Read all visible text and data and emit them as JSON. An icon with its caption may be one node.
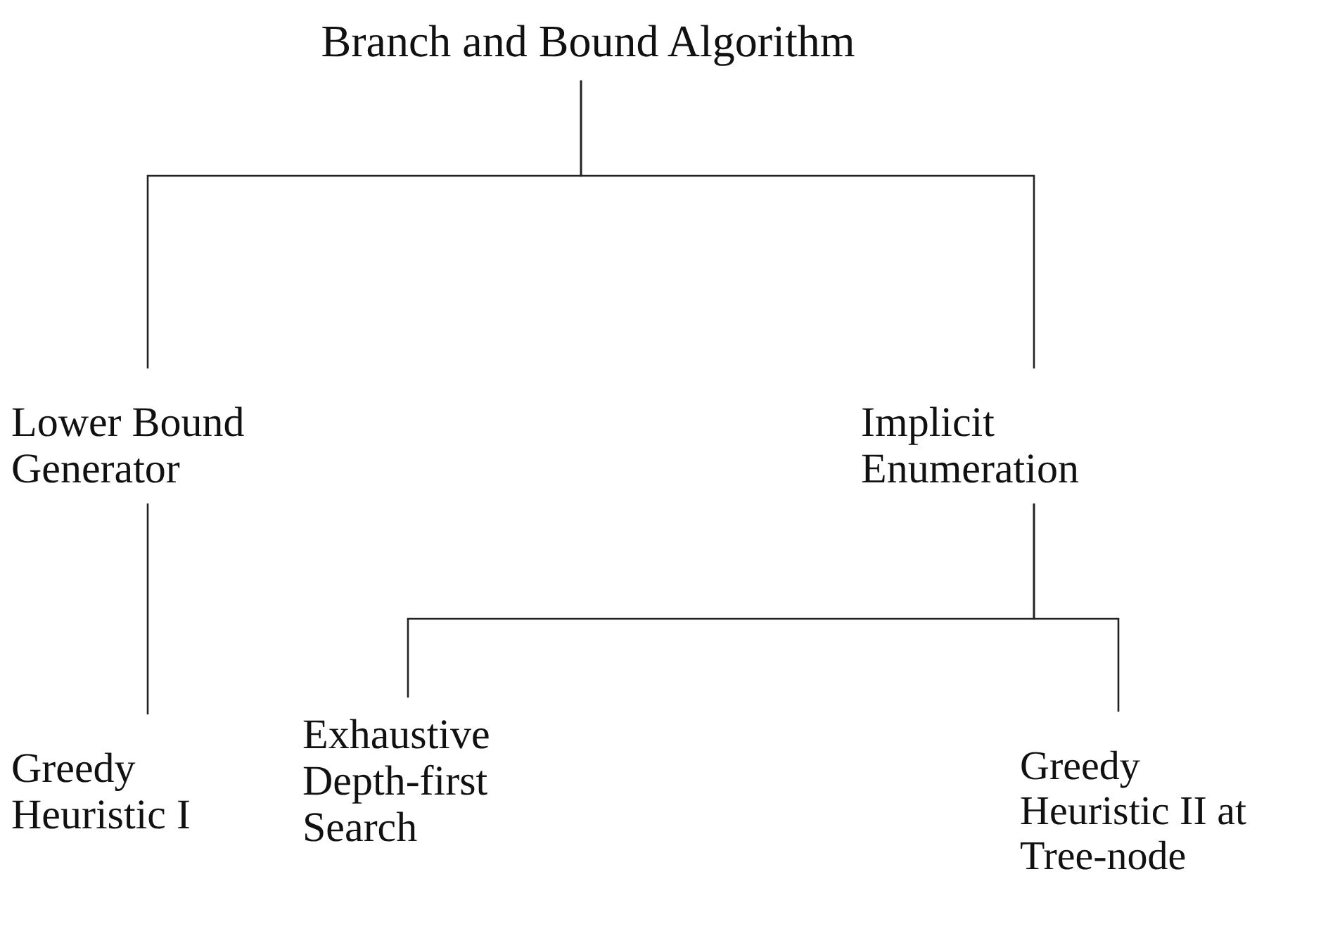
{
  "diagram": {
    "nodes": [
      {
        "text": [
          "Branch and Bound Algorithm"
        ]
      },
      {
        "text": [
          "Lower Bound Generator"
        ]
      },
      {
        "text": [
          "Implicit Enumeration"
        ]
      },
      {
        "text": [
          "Greedy Heuristic I"
        ]
      },
      {
        "text": [
          "Exhaustive Depth-first Search"
        ]
      },
      {
        "text": [
          "Greedy Heuristic II at Tree-node"
        ]
      }
    ],
    "edges": [
      {
        "from": 0,
        "to": 1,
        "arrow": "none"
      },
      {
        "from": 0,
        "to": 2,
        "arrow": "none"
      },
      {
        "from": 1,
        "to": 3,
        "arrow": "none"
      },
      {
        "from": 2,
        "to": 4,
        "arrow": "none"
      },
      {
        "from": 2,
        "to": 5,
        "arrow": "none"
      }
    ]
  }
}
